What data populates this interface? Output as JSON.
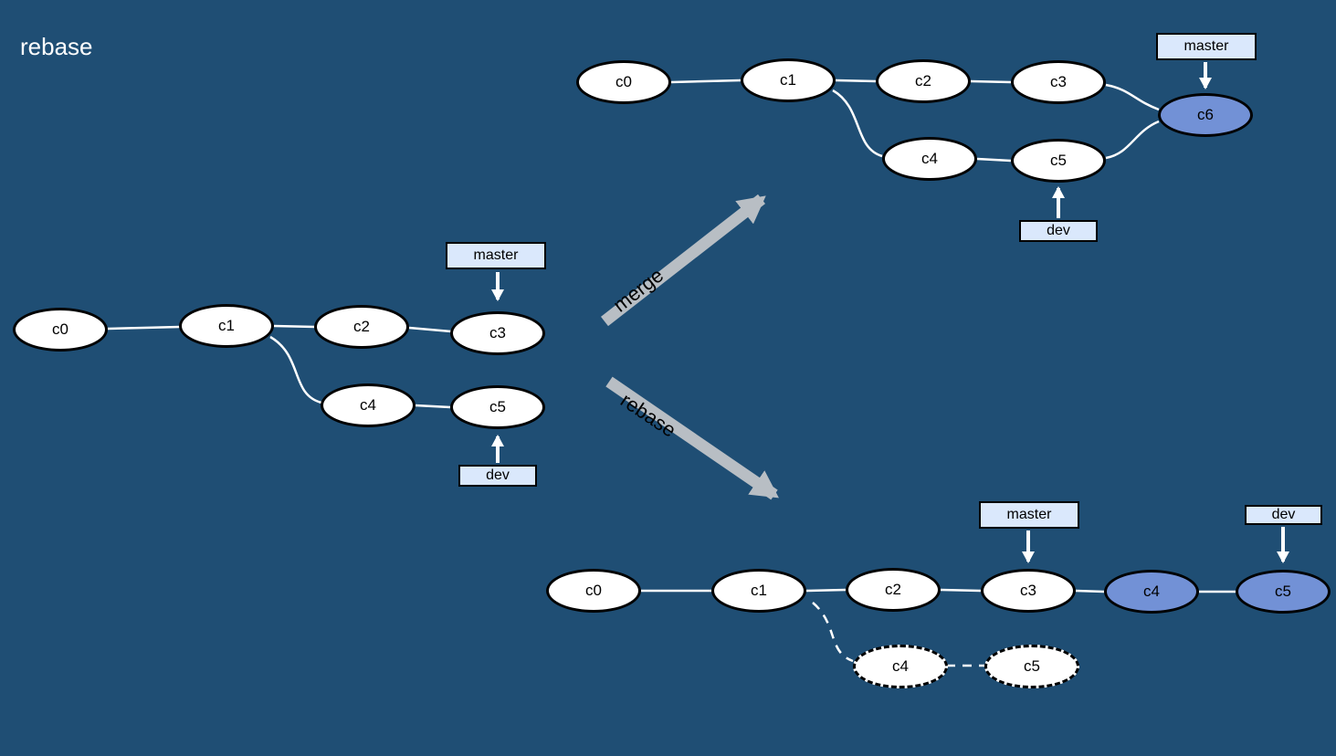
{
  "title": "rebase",
  "colors": {
    "background": "#1f4e74",
    "node_fill": "#ffffff",
    "node_border": "#000000",
    "highlight_node_fill": "#7291d6",
    "branch_label_fill": "#dae8fc",
    "edge": "#ffffff",
    "transition_arrow": "#b8bec4"
  },
  "graphs": {
    "before": {
      "nodes": [
        "c0",
        "c1",
        "c2",
        "c3",
        "c4",
        "c5"
      ],
      "master": "master",
      "dev": "dev"
    },
    "merge_result": {
      "nodes": [
        "c0",
        "c1",
        "c2",
        "c3",
        "c4",
        "c5",
        "c6"
      ],
      "master": "master",
      "dev": "dev"
    },
    "rebase_result": {
      "nodes": [
        "c0",
        "c1",
        "c2",
        "c3",
        "c4",
        "c5"
      ],
      "ghost_nodes": [
        "c4",
        "c5"
      ],
      "master": "master",
      "dev": "dev"
    }
  },
  "transitions": {
    "merge": "merge",
    "rebase": "rebase"
  }
}
